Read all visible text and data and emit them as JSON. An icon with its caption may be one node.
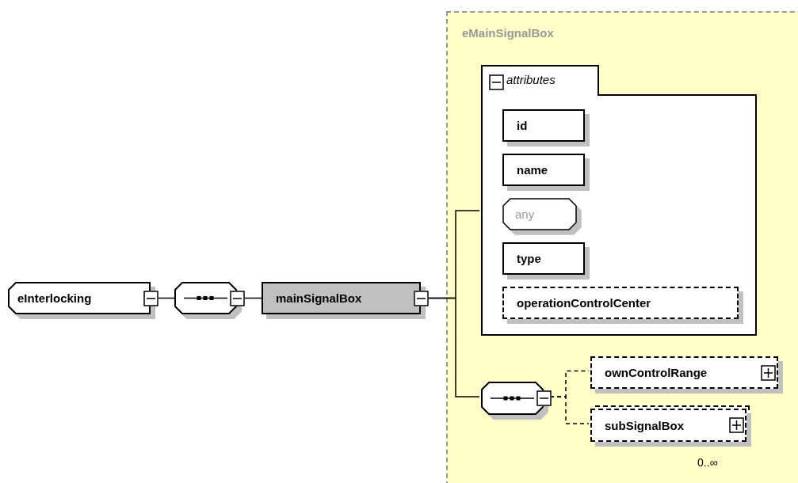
{
  "diagram": {
    "nodes": [
      {
        "text": [
          "eInterlocking"
        ]
      },
      {
        "text": [],
        "shape": "octagon"
      },
      {
        "text": [
          "mainSignalBox"
        ]
      },
      {
        "text": [
          "eMainSignalBox"
        ]
      },
      {
        "text": [
          "attributes"
        ],
        "in": 3
      },
      {
        "text": [
          "id"
        ],
        "in": 4
      },
      {
        "text": [
          "name"
        ],
        "in": 4
      },
      {
        "text": [
          "any"
        ],
        "in": 4
      },
      {
        "text": [
          "type"
        ],
        "in": 4
      },
      {
        "text": [
          "operationControlCenter"
        ],
        "in": 4
      },
      {
        "text": [],
        "shape": "octagon",
        "in": 3
      },
      {
        "text": [
          "ownControlRange"
        ],
        "in": 3
      },
      {
        "text": [
          "subSignalBox"
        ],
        "in": 3,
        "beside": [
          "0..∞"
        ]
      }
    ],
    "edges": [
      {
        "from": 0,
        "to": 1,
        "arrow": "none"
      },
      {
        "from": 1,
        "to": 2,
        "arrow": "none"
      },
      {
        "from": 2,
        "to": 4,
        "arrow": "none"
      },
      {
        "from": 2,
        "to": 10,
        "arrow": "none"
      },
      {
        "from": 10,
        "to": 11,
        "arrow": "none",
        "style": "dashed"
      },
      {
        "from": 10,
        "to": 12,
        "arrow": "none",
        "style": "dashed"
      }
    ]
  }
}
